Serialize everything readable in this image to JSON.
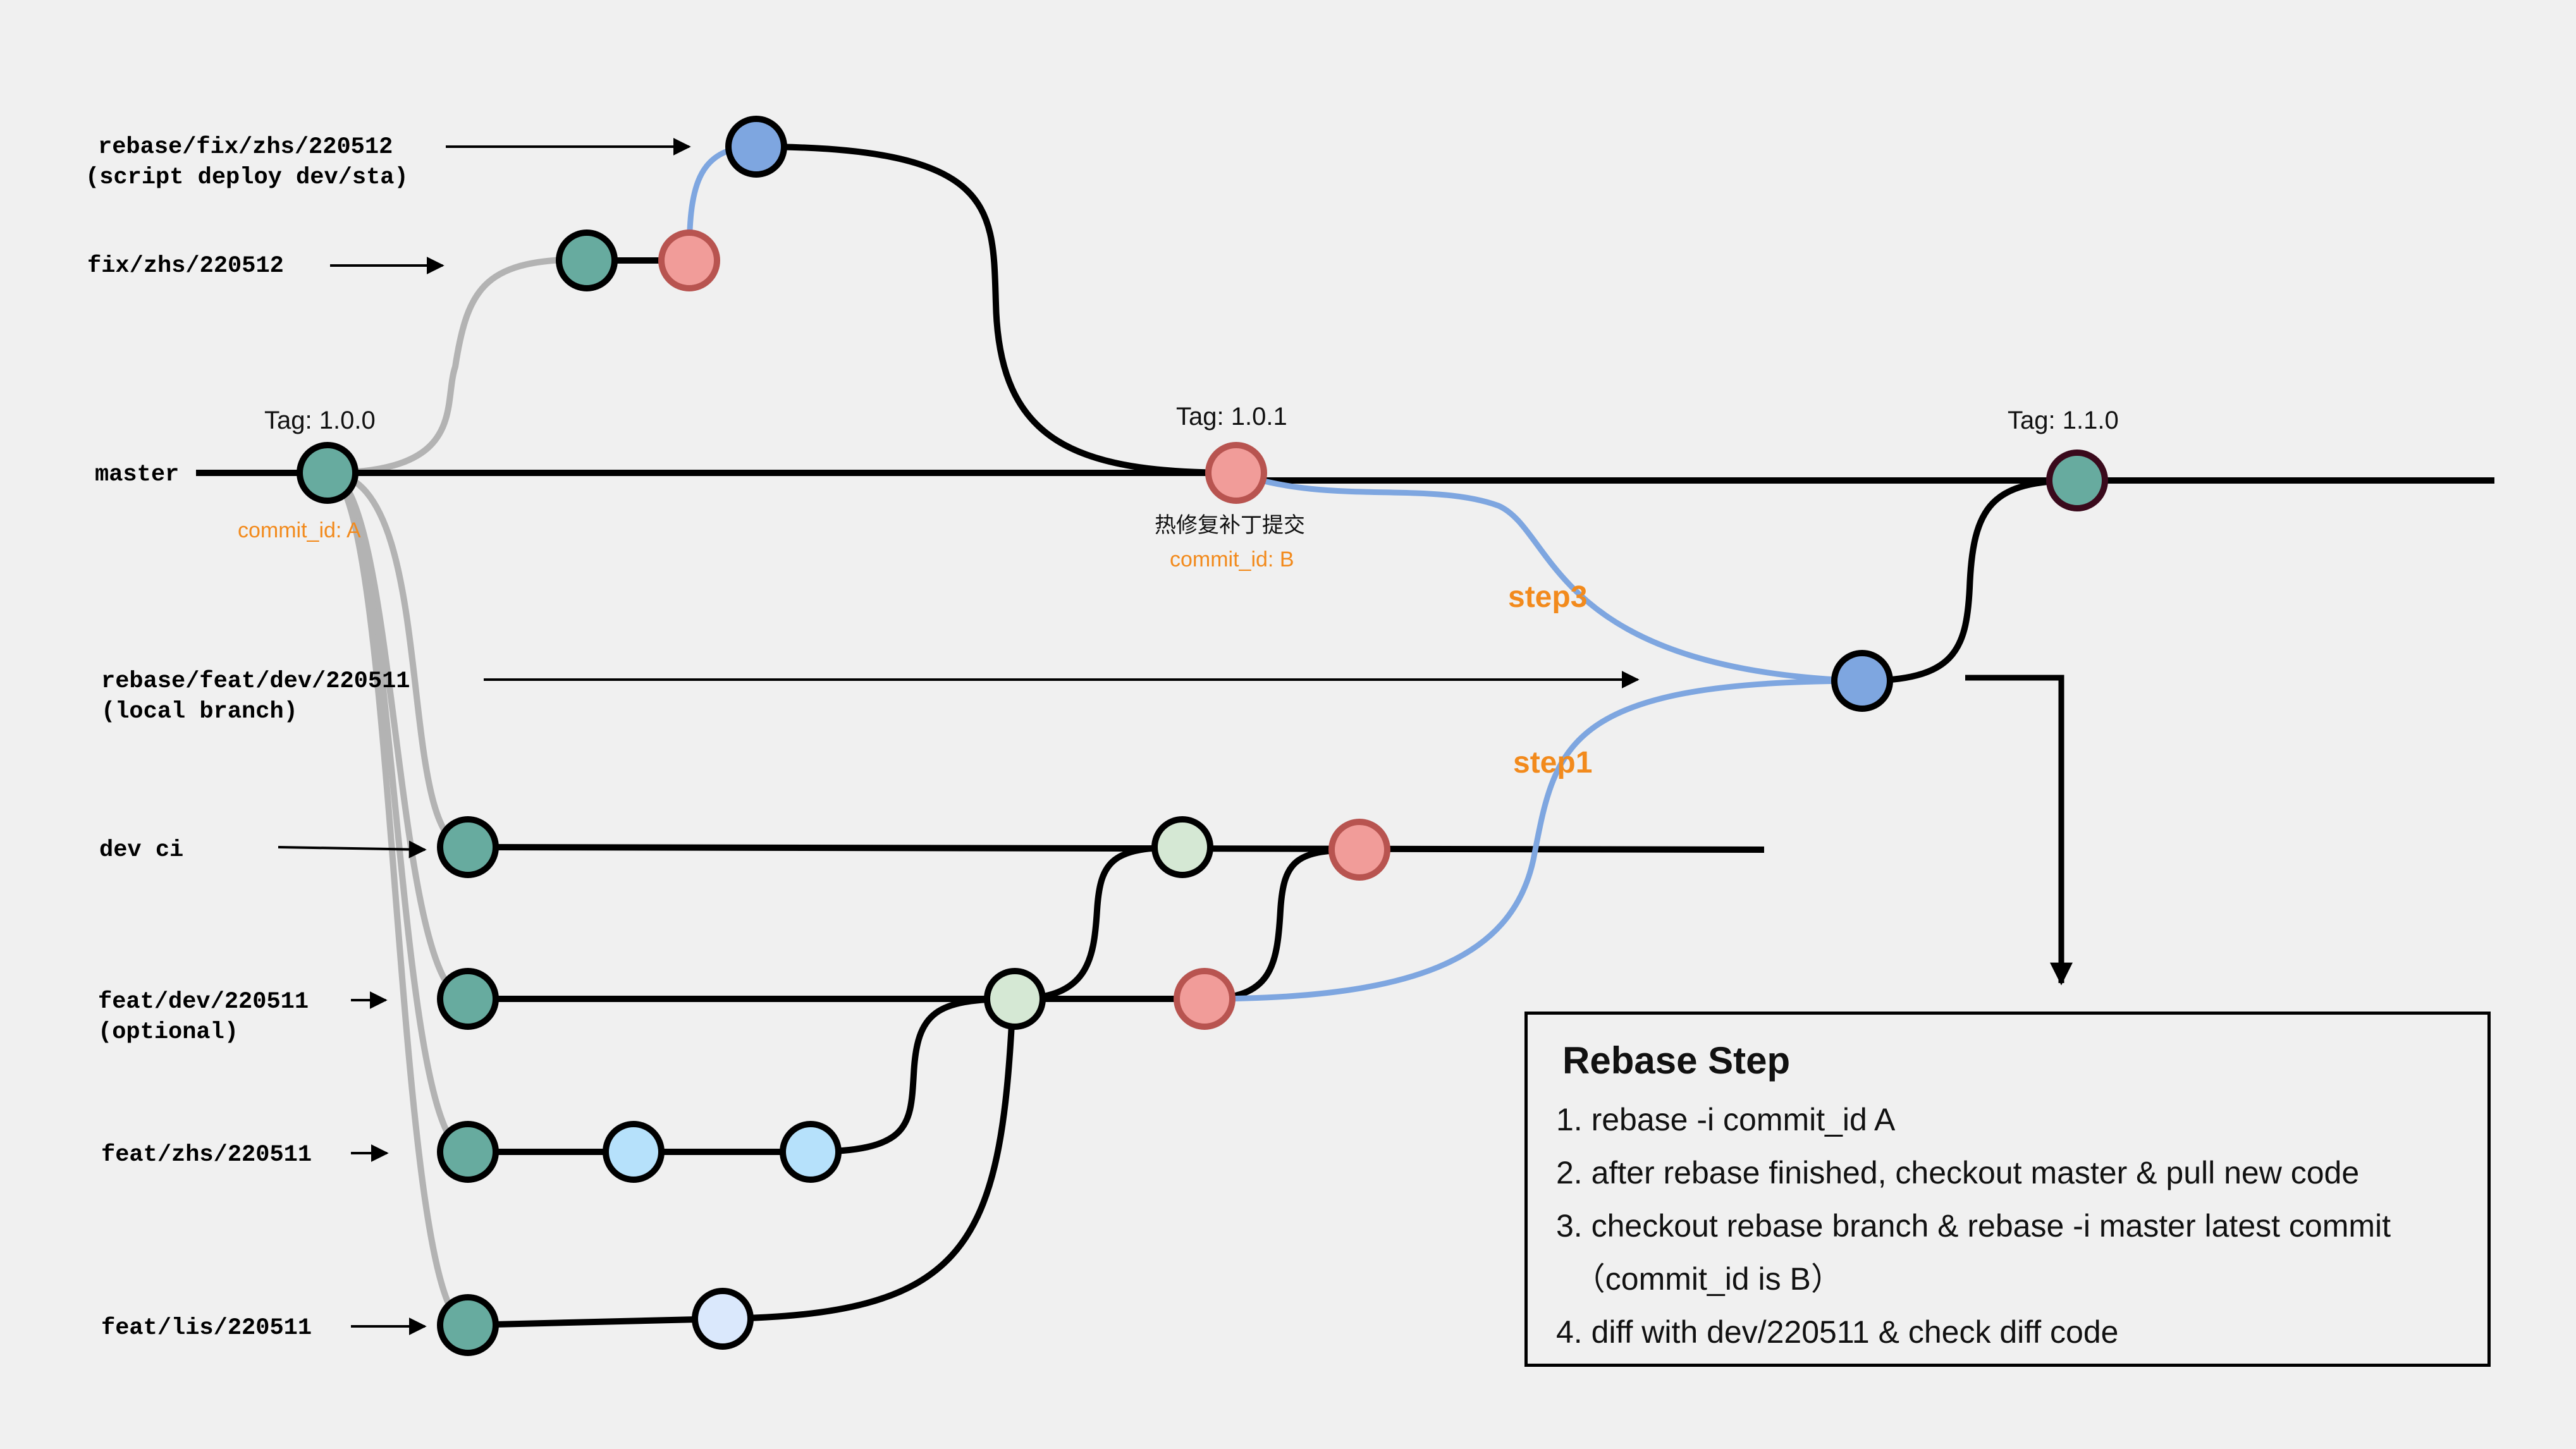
{
  "branch_labels": {
    "rebase_fix_line1": "rebase/fix/zhs/220512",
    "rebase_fix_line2": "(script deploy dev/sta)",
    "fix": "fix/zhs/220512",
    "master": "master",
    "rebase_feat_line1": "rebase/feat/dev/220511",
    "rebase_feat_line2": "(local branch)",
    "dev_ci": "dev ci",
    "feat_dev_line1": "feat/dev/220511",
    "feat_dev_line2": "(optional)",
    "feat_zhs": "feat/zhs/220511",
    "feat_lis": "feat/lis/220511"
  },
  "tags": {
    "t100": "Tag: 1.0.0",
    "t101": "Tag: 1.0.1",
    "t110": "Tag: 1.1.0"
  },
  "commit_ids": {
    "a": "commit_id: A",
    "b": "commit_id: B"
  },
  "hotfix_note": "热修复补丁提交",
  "steps": {
    "step3": "step3",
    "step1": "step1"
  },
  "rebase_box": {
    "title": "Rebase Step",
    "items": [
      "1. rebase -i commit_id A",
      "2. after rebase finished, checkout master & pull new code",
      "3. checkout rebase branch & rebase -i master latest commit",
      "  （commit_id is B）",
      "4. diff with dev/220511 & check diff code"
    ]
  },
  "colors": {
    "teal": "#67ab9f",
    "red": "#f19c99",
    "blue": "#7ea6e0",
    "light_green": "#d5e8d4",
    "light_blue": "#b6e1fb",
    "pale_blue": "#dae8fc",
    "orange": "#f28a1c",
    "grey_line": "#b3b3b3"
  }
}
